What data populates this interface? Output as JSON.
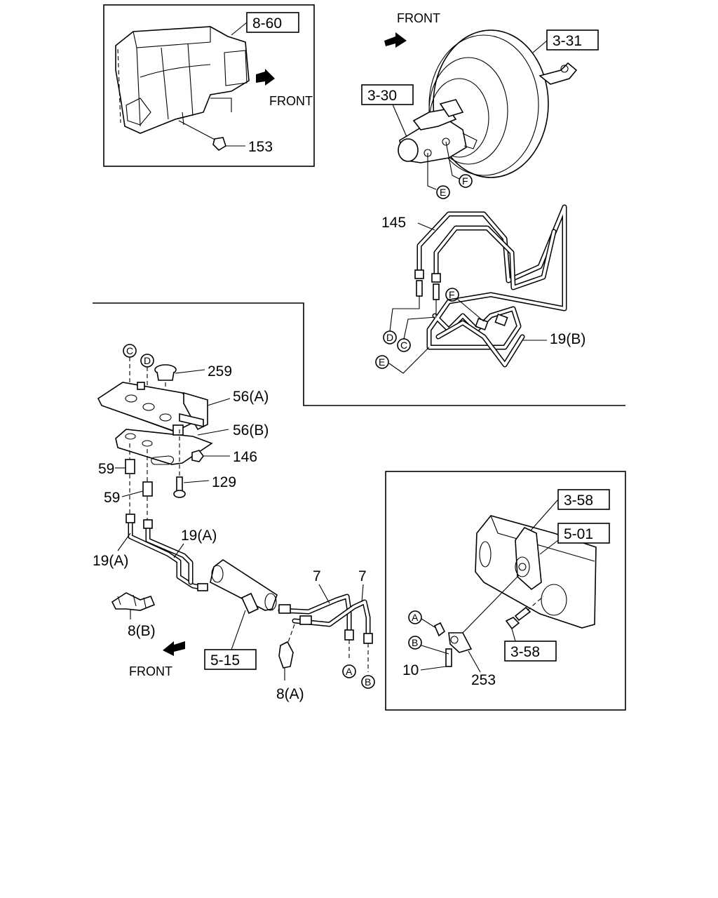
{
  "labels": {
    "ref_8_60": "8-60",
    "front_top_left": "FRONT",
    "n153": "153",
    "front_top_right": "FRONT",
    "ref_3_31": "3-31",
    "ref_3_30": "3-30",
    "circ_e_top": "E",
    "circ_f_top": "F",
    "n145": "145",
    "circ_f_mid": "F",
    "n19b": "19(B)",
    "circ_d_mid": "D",
    "circ_c_mid": "C",
    "circ_e_mid": "E",
    "circ_c_left": "C",
    "circ_d_left": "D",
    "n259": "259",
    "n56a": "56(A)",
    "n56b": "56(B)",
    "n146": "146",
    "n59_top": "59",
    "n129": "129",
    "n59_bottom": "59",
    "n19a_right": "19(A)",
    "n19a_left": "19(A)",
    "n7_left": "7",
    "n7_right": "7",
    "n8b": "8(B)",
    "front_bottom": "FRONT",
    "ref_5_15": "5-15",
    "circ_a_bottom": "A",
    "circ_b_bottom": "B",
    "n8a": "8(A)",
    "ref_3_58_top": "3-58",
    "ref_5_01": "5-01",
    "circ_a_inset": "A",
    "circ_b_inset": "B",
    "ref_3_58_bottom": "3-58",
    "n10": "10",
    "n253": "253"
  }
}
